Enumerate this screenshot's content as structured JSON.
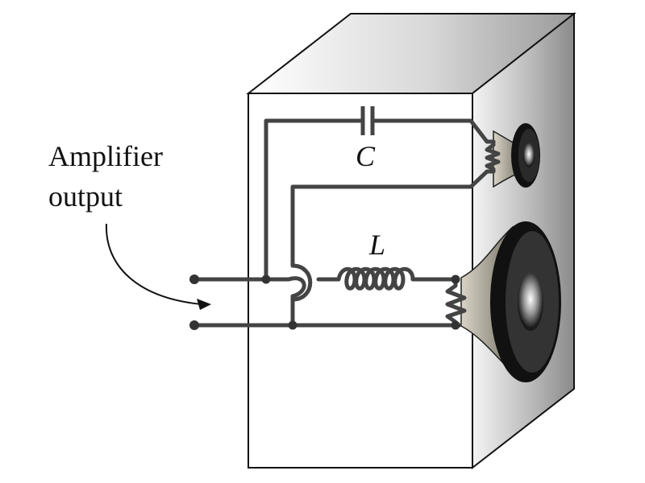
{
  "labels": {
    "amplifier_line1": "Amplifier",
    "amplifier_line2": "output",
    "capacitor": "C",
    "inductor": "L"
  },
  "colors": {
    "wire": "#444444",
    "box_front": "#ffffff",
    "box_outline": "#111111",
    "speaker_cone": "#111111"
  }
}
